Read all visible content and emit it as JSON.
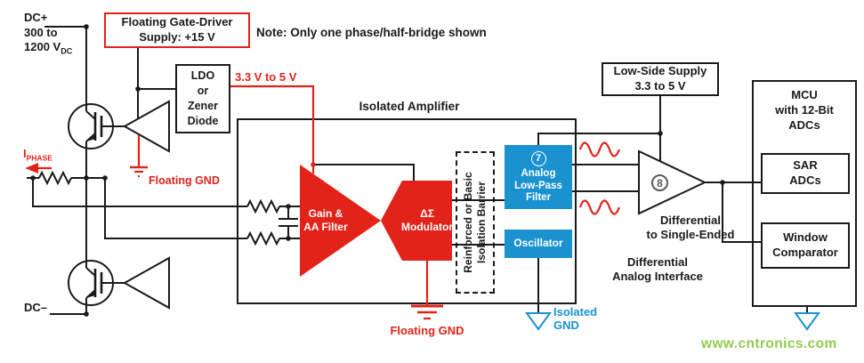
{
  "colors": {
    "red": "#e2231a",
    "blue": "#1b92d0",
    "green": "#8cc63f",
    "ink": "#1a1a1a"
  },
  "left_rail": {
    "dc_plus": "DC+",
    "range_line1": "300 to",
    "range_line2": "1200 V",
    "range_sub": "DC",
    "dc_minus": "DC–",
    "i_phase": "I",
    "i_phase_sub": "PHASE",
    "floating_gnd": "Floating GND"
  },
  "top_section": {
    "gate_driver_supply": "Floating Gate-Driver\nSupply: +15 V",
    "note": "Note: Only one phase/half-bridge shown",
    "ldo": "LDO\nor\nZener\nDiode",
    "ldo_output": "3.3 V to 5 V"
  },
  "isolated_amplifier": {
    "title": "Isolated Amplifier",
    "gain_filter": "Gain &\nAA Filter",
    "modulator": "ΔΣ\nModulator",
    "barrier": "Reinforced or Basic\nIsolation Barrier",
    "low_pass_filter": "Analog\nLow-Pass\nFilter",
    "lpf_badge": "7",
    "oscillator": "Oscillator",
    "floating_gnd": "Floating GND"
  },
  "low_side": {
    "supply": "Low-Side Supply\n3.3 to 5 V",
    "isolated_gnd": "Isolated\nGND",
    "amp_badge": "8",
    "diff_to_single": "Differential\nto Single-Ended",
    "diff_interface": "Differential\nAnalog Interface"
  },
  "mcu": {
    "title": "MCU\nwith 12-Bit\nADCs",
    "sar_adcs": "SAR\nADCs",
    "window_comparator": "Window\nComparator"
  },
  "watermark": "www.cntronics.com"
}
